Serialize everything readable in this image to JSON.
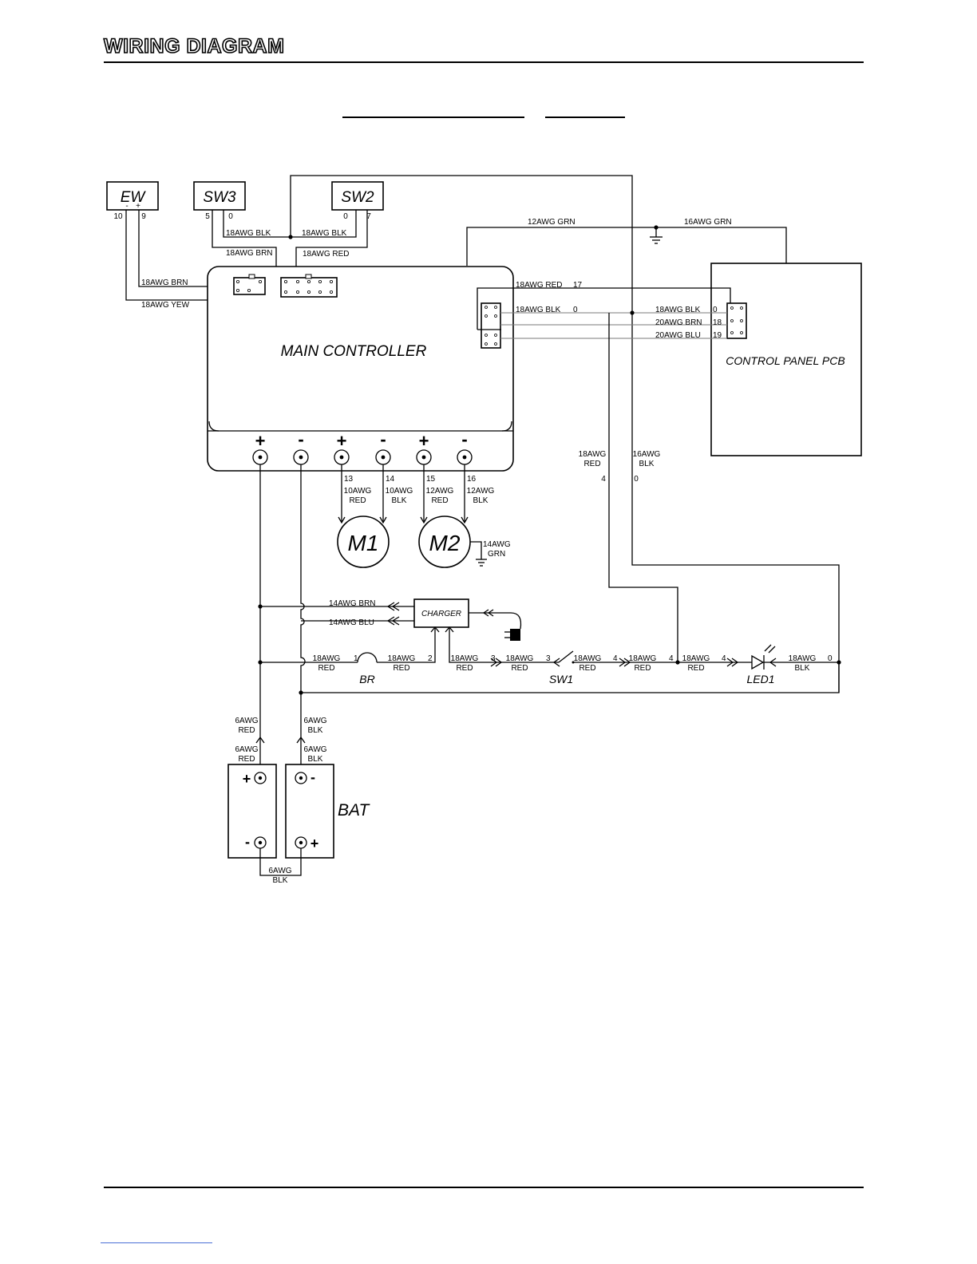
{
  "header": {
    "title": "WIRING DIAGRAM"
  },
  "components": {
    "ew": "EW",
    "sw3": "SW3",
    "sw2": "SW2",
    "main_controller": "MAIN  CONTROLLER",
    "control_panel": "CONTROL PANEL PCB",
    "m1": "M1",
    "m2": "M2",
    "charger": "CHARGER",
    "br": "BR",
    "sw1": "SW1",
    "led1": "LED1",
    "bat": "BAT"
  },
  "pins": {
    "ew_minus": "-",
    "ew_plus": "+",
    "ew_10": "10",
    "ew_9": "9",
    "sw3_5": "5",
    "sw3_0": "0",
    "sw2_0": "0",
    "sw2_7": "7",
    "red_17": "17",
    "blk_0a": "0",
    "blk_0b": "0",
    "brn_18": "18",
    "blu_19": "19",
    "ctrl_plus_1": "+",
    "ctrl_minus_1": "-",
    "ctrl_plus_2": "+",
    "ctrl_minus_2": "-",
    "ctrl_plus_3": "+",
    "ctrl_minus_3": "-",
    "t13": "13",
    "t14": "14",
    "t15": "15",
    "t16": "16",
    "n4": "4",
    "n0": "0",
    "br_1": "1",
    "br_2": "2",
    "sw1_3a": "3",
    "sw1_3b": "3",
    "n4a": "4",
    "n4b": "4",
    "n4c": "4",
    "led_0": "0",
    "bat_plus_top": "+",
    "bat_minus_top": "-",
    "bat_minus_bot": "-",
    "bat_plus_bot": "+"
  },
  "wires": {
    "sw3_blk": "18AWG BLK",
    "sw2_blk": "18AWG BLK",
    "sw3_brn": "18AWG BRN",
    "sw2_red": "18AWG RED",
    "ew_brn": "18AWG BRN",
    "ew_yew": "18AWG YEW",
    "grn12": "12AWG GRN",
    "grn16": "16AWG GRN",
    "red17": "18AWG RED",
    "blk0": "18AWG BLK",
    "pcb_blk": "18AWG BLK",
    "pcb_brn": "20AWG BRN",
    "pcb_blu": "20AWG BLU",
    "v_red_a": "18AWG",
    "v_red_b": "RED",
    "v_blk_a": "16AWG",
    "v_blk_b": "BLK",
    "m13_a": "10AWG",
    "m13_b": "RED",
    "m14_a": "10AWG",
    "m14_b": "BLK",
    "m15_a": "12AWG",
    "m15_b": "RED",
    "m16_a": "12AWG",
    "m16_b": "BLK",
    "m2gnd_a": "14AWG",
    "m2gnd_b": "GRN",
    "chg_brn": "14AWG BRN",
    "chg_blu": "14AWG BLU",
    "r1_a": "18AWG",
    "r1_b": "RED",
    "r2_a": "18AWG",
    "r2_b": "RED",
    "r3_a": "18AWG",
    "r3_b": "RED",
    "r4_a": "18AWG",
    "r4_b": "RED",
    "r5_a": "18AWG",
    "r5_b": "RED",
    "r6_a": "18AWG",
    "r6_b": "RED",
    "r7_a": "18AWG",
    "r7_b": "RED",
    "k1_a": "18AWG",
    "k1_b": "BLK",
    "b1_a": "6AWG",
    "b1_b": "RED",
    "b2_a": "6AWG",
    "b2_b": "BLK",
    "b3_a": "6AWG",
    "b3_b": "RED",
    "b4_a": "6AWG",
    "b4_b": "BLK",
    "b5_a": "6AWG",
    "b5_b": "BLK"
  }
}
